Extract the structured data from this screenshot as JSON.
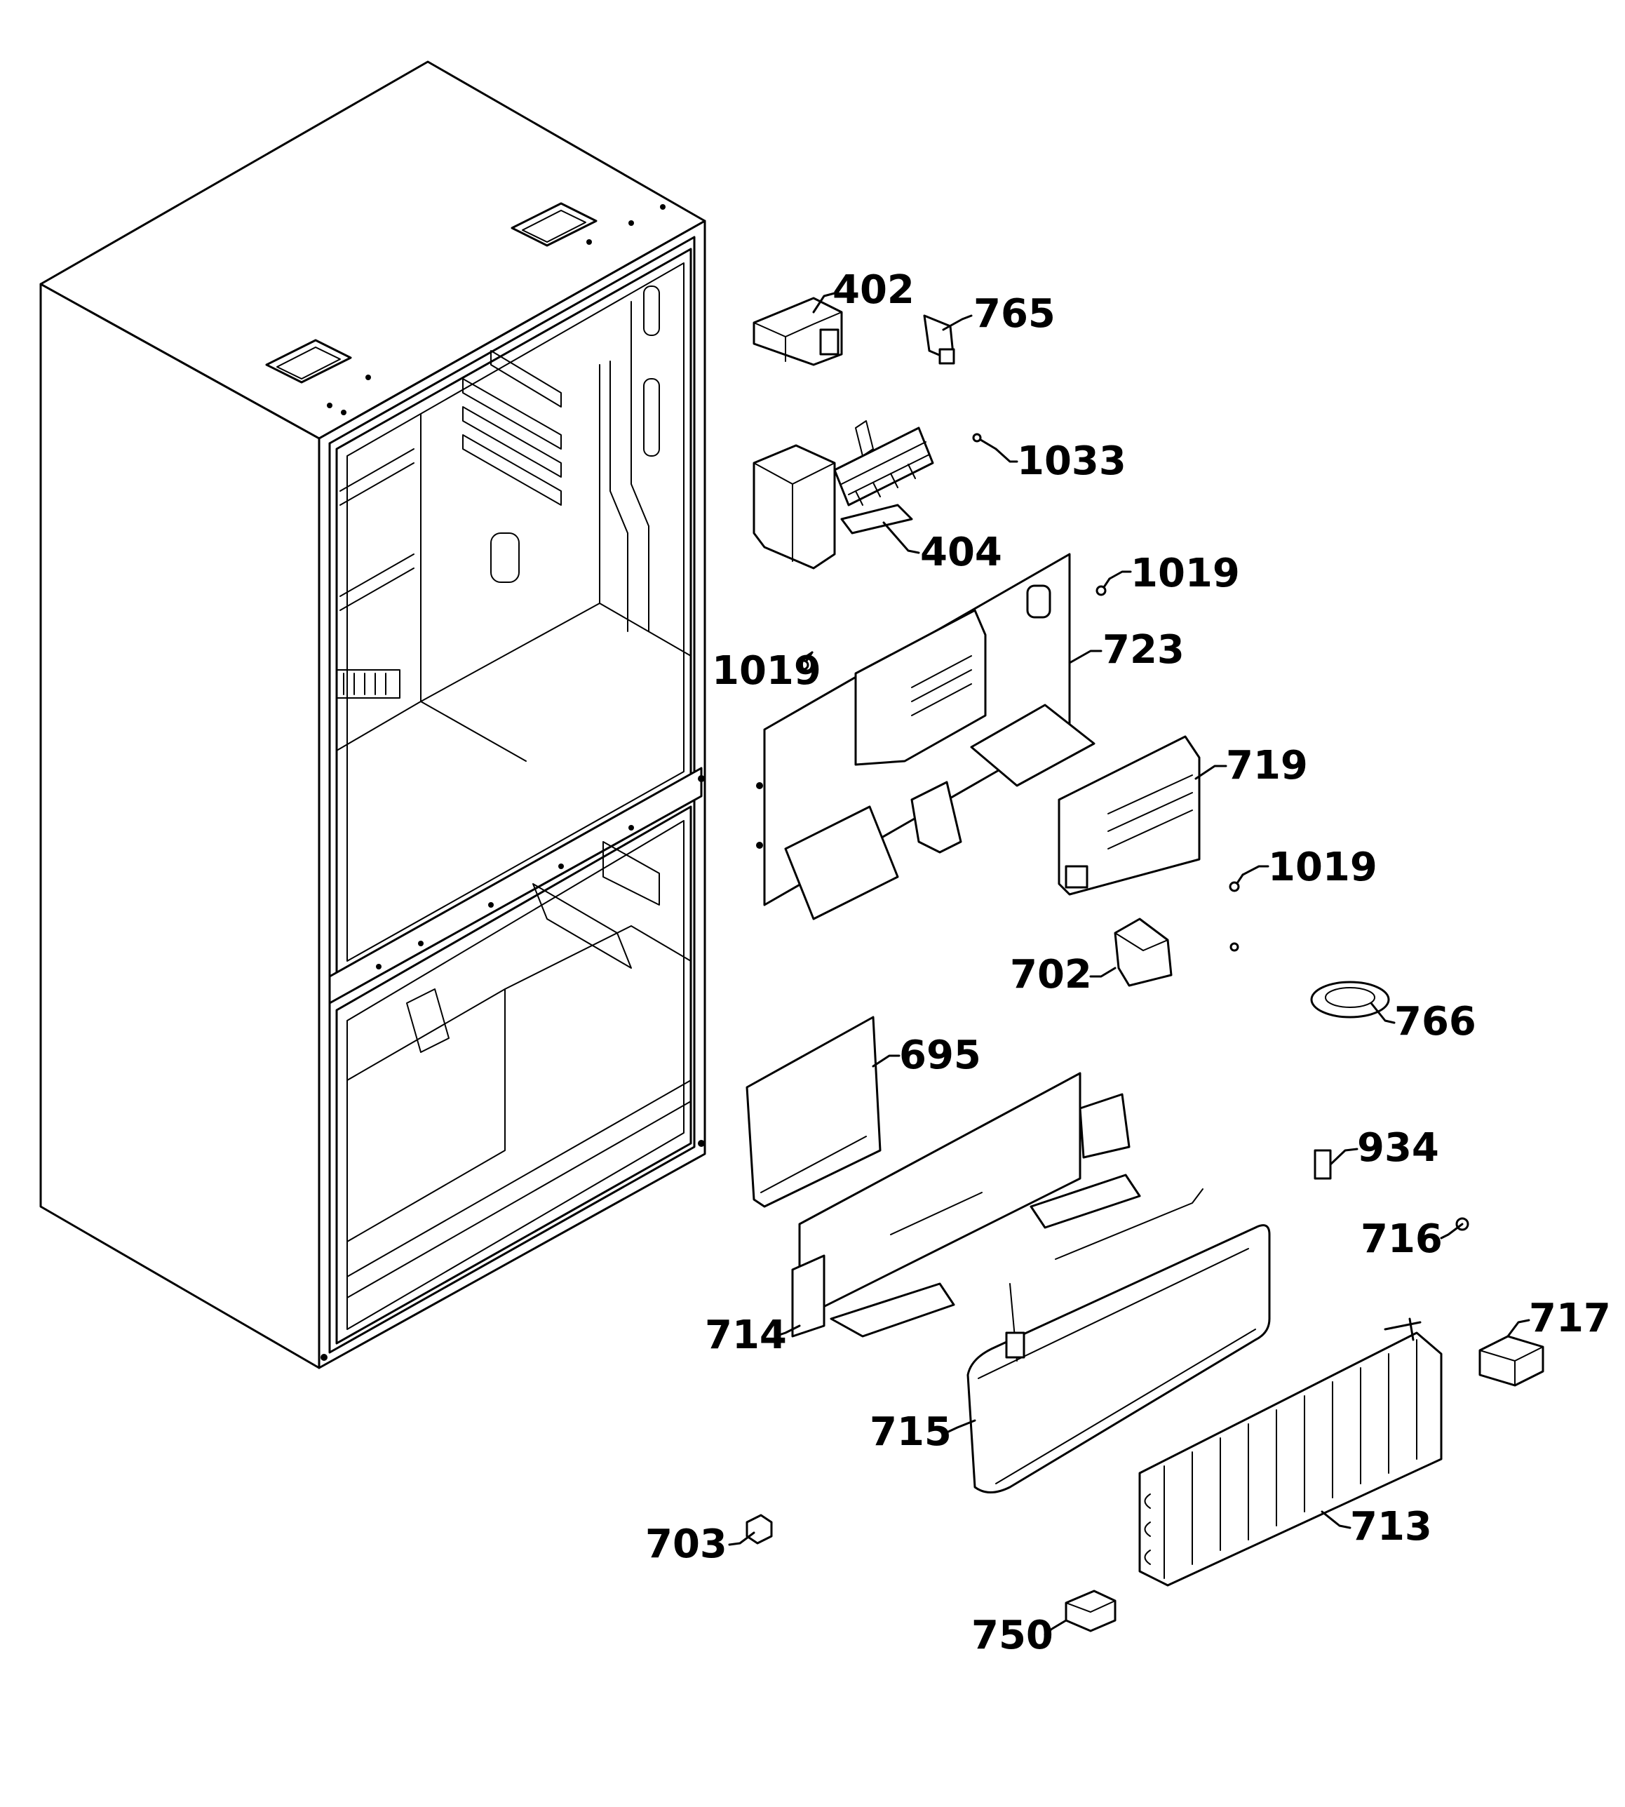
{
  "callouts": [
    {
      "id": "402",
      "text": "402"
    },
    {
      "id": "765",
      "text": "765"
    },
    {
      "id": "1033",
      "text": "1033"
    },
    {
      "id": "404",
      "text": "404"
    },
    {
      "id": "1019a",
      "text": "1019"
    },
    {
      "id": "1019b",
      "text": "1019"
    },
    {
      "id": "723",
      "text": "723"
    },
    {
      "id": "719",
      "text": "719"
    },
    {
      "id": "1019c",
      "text": "1019"
    },
    {
      "id": "702",
      "text": "702"
    },
    {
      "id": "766",
      "text": "766"
    },
    {
      "id": "695",
      "text": "695"
    },
    {
      "id": "934",
      "text": "934"
    },
    {
      "id": "716",
      "text": "716"
    },
    {
      "id": "714",
      "text": "714"
    },
    {
      "id": "717",
      "text": "717"
    },
    {
      "id": "715",
      "text": "715"
    },
    {
      "id": "713",
      "text": "713"
    },
    {
      "id": "703",
      "text": "703"
    },
    {
      "id": "750",
      "text": "750"
    }
  ]
}
